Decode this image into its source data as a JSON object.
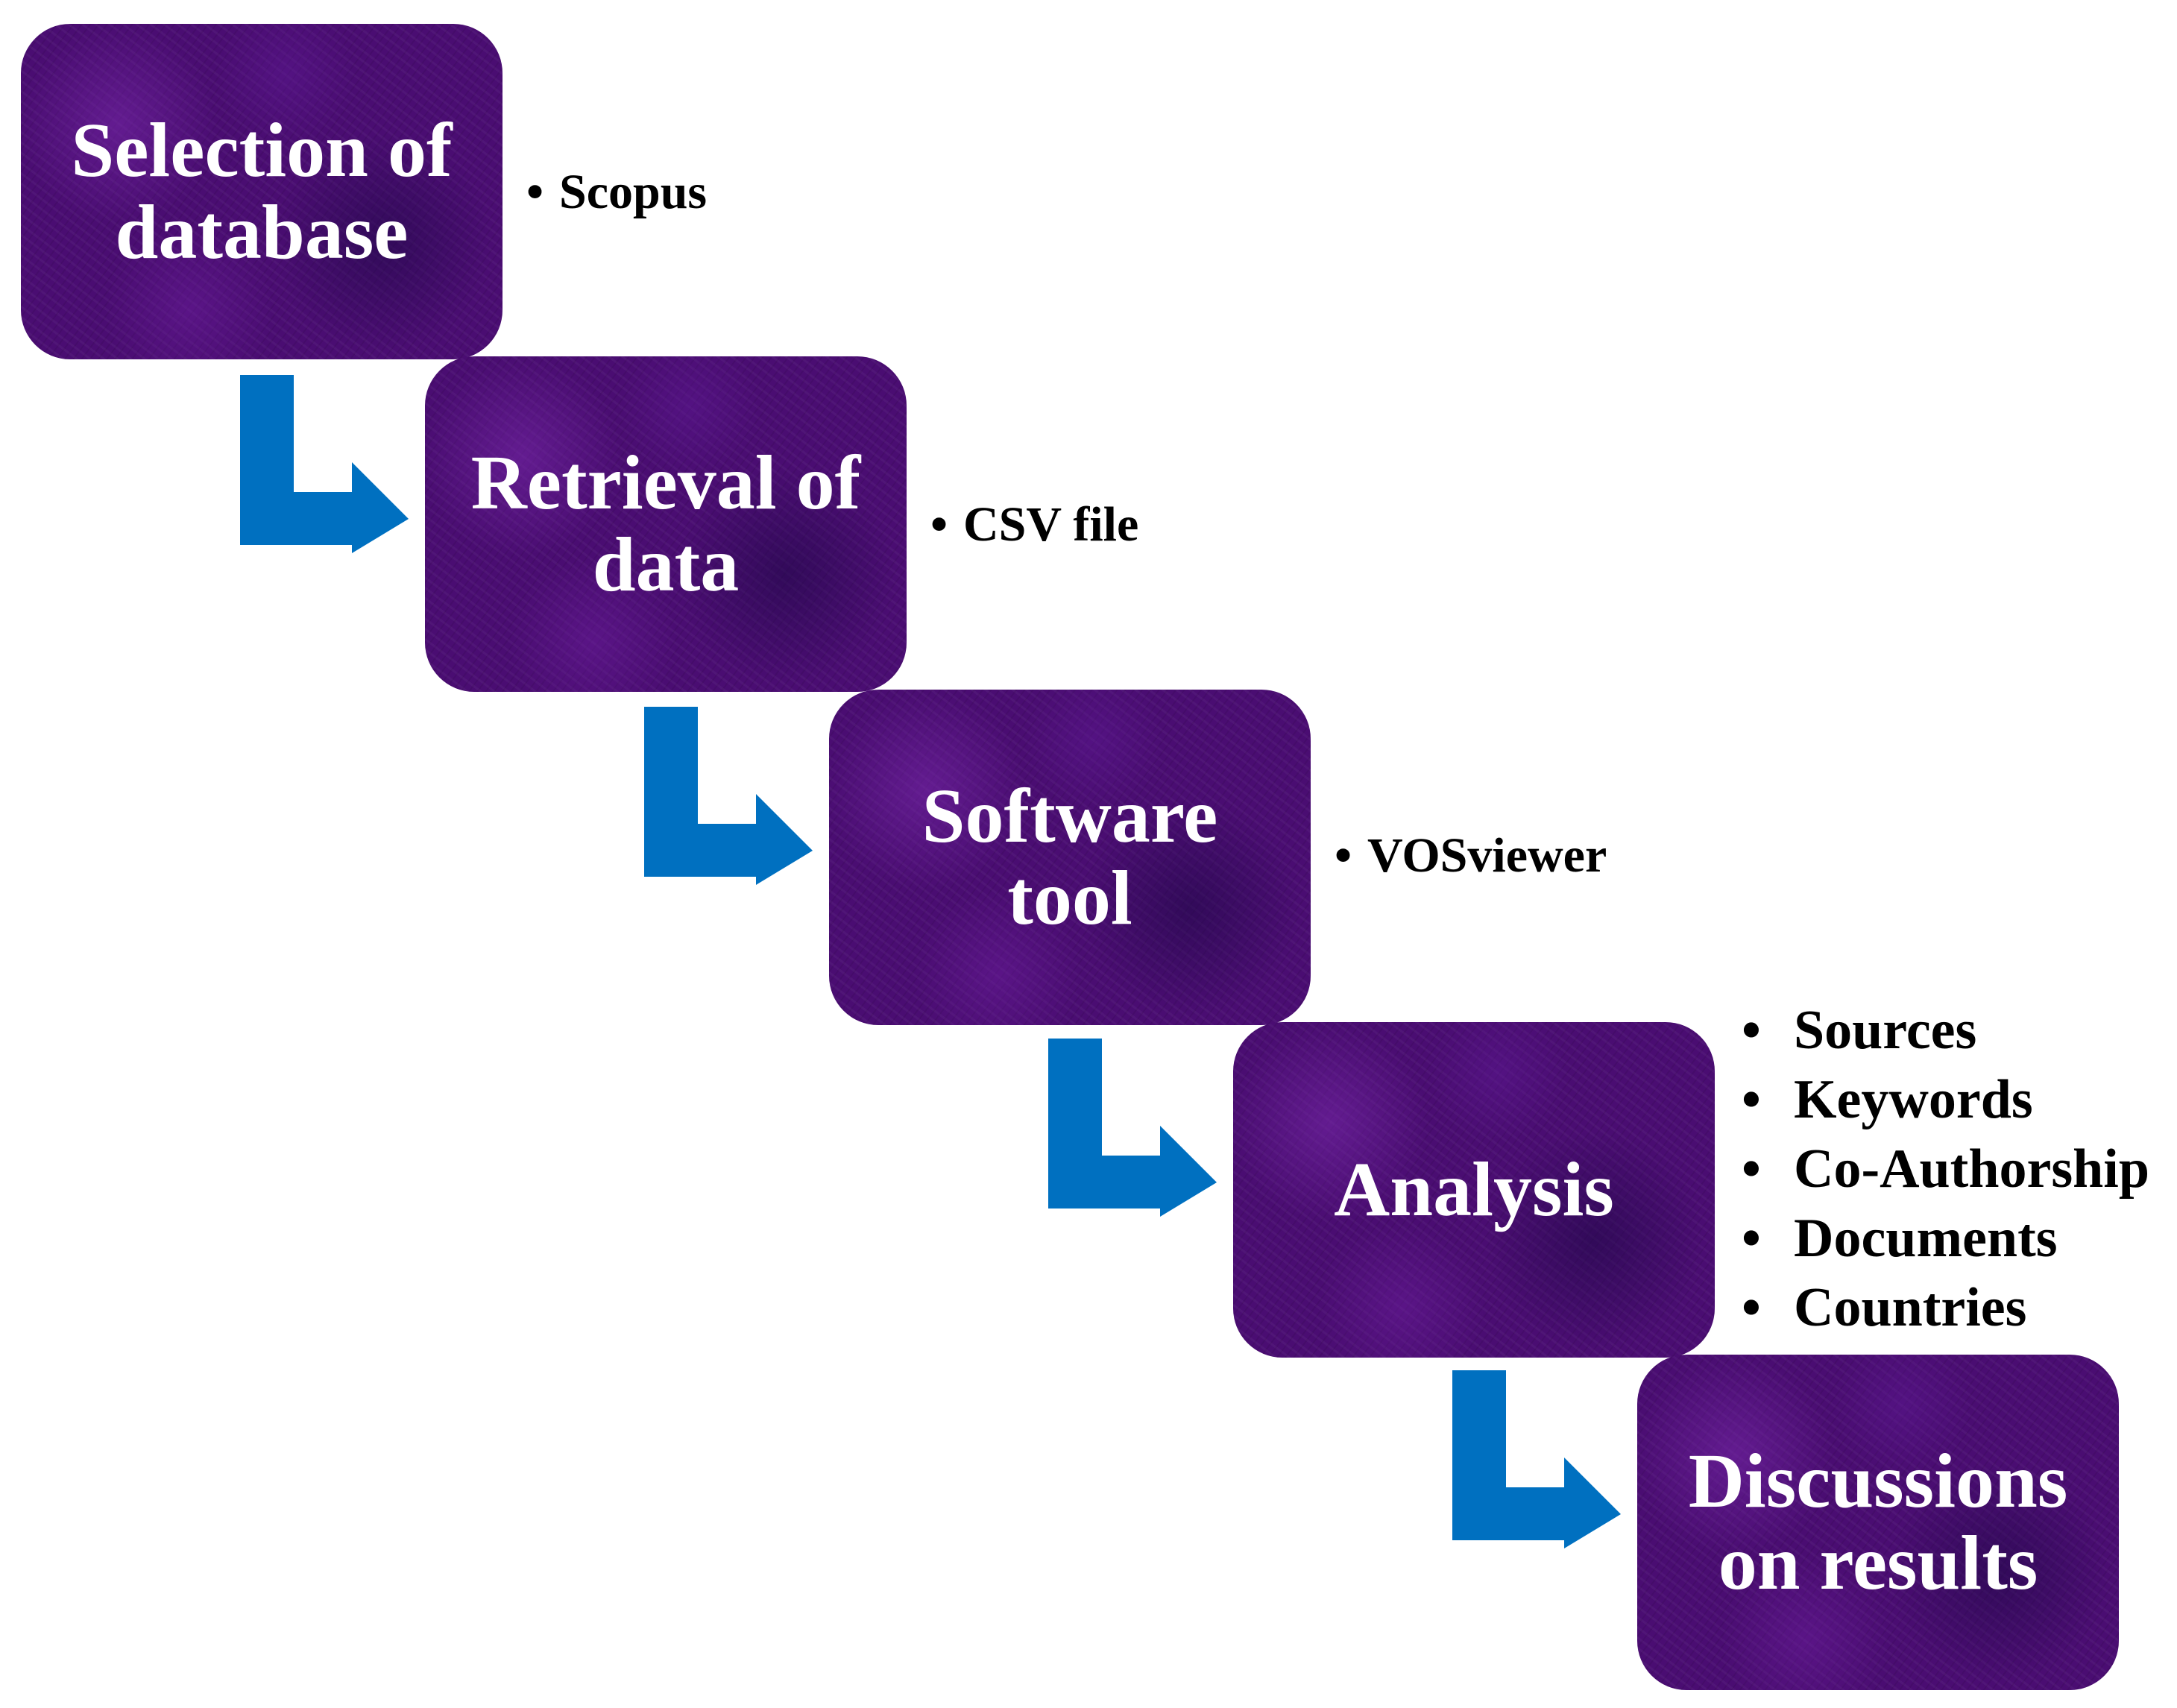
{
  "steps": [
    {
      "title": "Selection of\ndatabase",
      "notes": [
        "Scopus"
      ]
    },
    {
      "title": "Retrieval of\ndata",
      "notes": [
        "CSV file"
      ]
    },
    {
      "title": "Software\ntool",
      "notes": [
        "VOSviewer"
      ]
    },
    {
      "title": "Analysis",
      "notes": [
        "Sources",
        "Keywords",
        "Co-Authorship",
        "Documents",
        "Countries"
      ]
    },
    {
      "title": "Discussions\non results",
      "notes": []
    }
  ],
  "colors": {
    "box_fill": "#4a0d72",
    "box_text": "#ffffff",
    "arrow": "#0070c0",
    "note_text": "#000000"
  },
  "icons": {
    "connector": "bent-arrow-right-icon"
  }
}
